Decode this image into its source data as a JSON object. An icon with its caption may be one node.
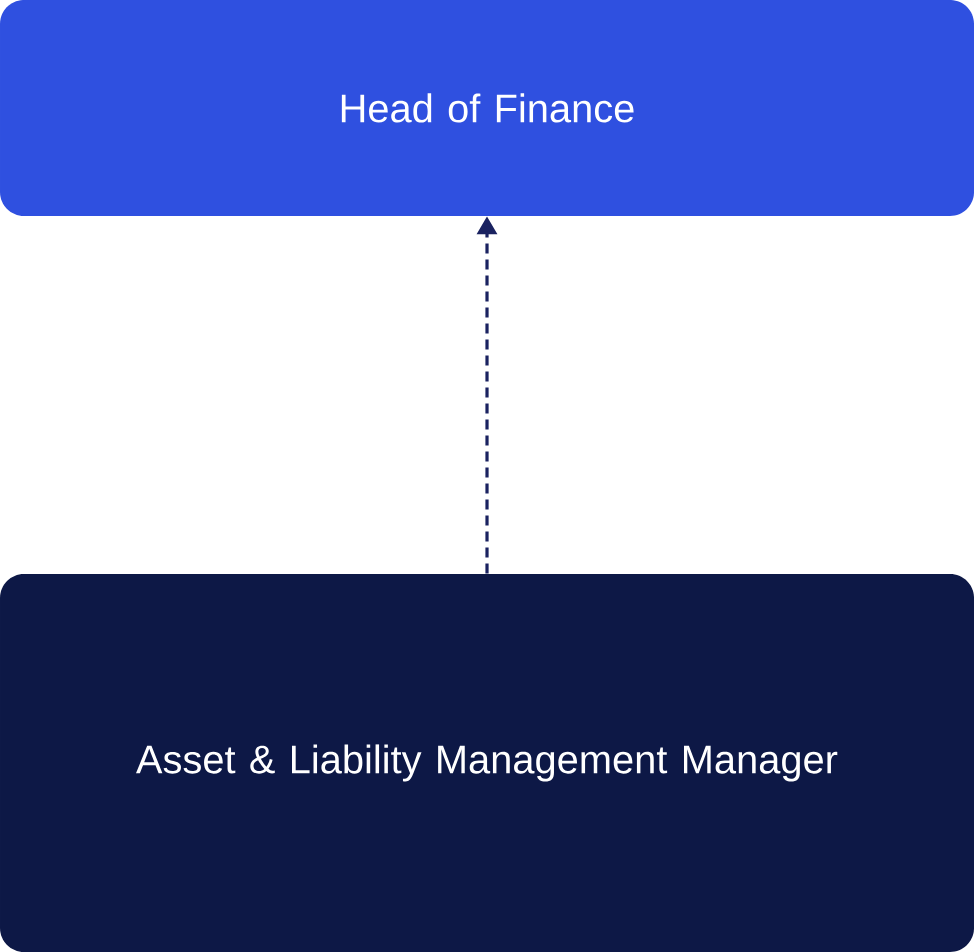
{
  "diagram": {
    "nodes": [
      {
        "text": [
          "Head of Finance"
        ]
      },
      {
        "text": [
          "Asset & Liability Management Manager"
        ]
      }
    ],
    "edges": [
      {
        "from": 1,
        "to": 0,
        "arrow": "to",
        "style": "dashed"
      }
    ]
  }
}
